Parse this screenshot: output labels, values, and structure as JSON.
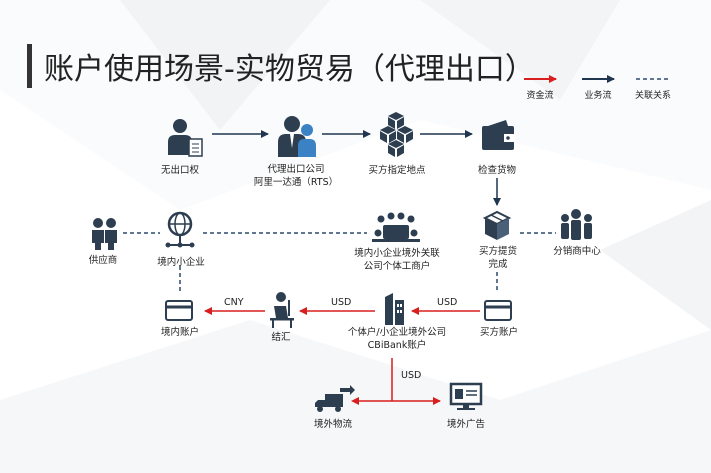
{
  "title": "账户使用场景-实物贸易（代理出口）",
  "legend": {
    "fund_flow": "资金流",
    "business_flow": "业务流",
    "related": "关联关系"
  },
  "colors": {
    "fund_flow": "#d81e1e",
    "business_flow": "#1f3550",
    "related": "#2c4a6e",
    "icon": "#2c3e50"
  },
  "nodes": {
    "no_export": "无出口权",
    "agent_line1": "代理出口公司",
    "agent_line2": "阿里一达通（RTS）",
    "buyer_location": "买方指定地点",
    "inspect": "检查货物",
    "buyer_pickup_line1": "买方提货",
    "buyer_pickup_line2": "完成",
    "distributor": "分销商中心",
    "supplier": "供应商",
    "domestic_sme": "境内小企业",
    "related_line1": "境内小企业境外关联",
    "related_line2": "公司个体工商户",
    "domestic_account": "境内账户",
    "settlement": "结汇",
    "offshore_line1": "个体户/小企业境外公司",
    "offshore_line2": "CBiBank账户",
    "buyer_account": "买方账户",
    "overseas_logistics": "境外物流",
    "overseas_ads": "境外广告"
  },
  "edges": {
    "cny": "CNY",
    "usd_1": "USD",
    "usd_2": "USD",
    "usd_3": "USD"
  }
}
